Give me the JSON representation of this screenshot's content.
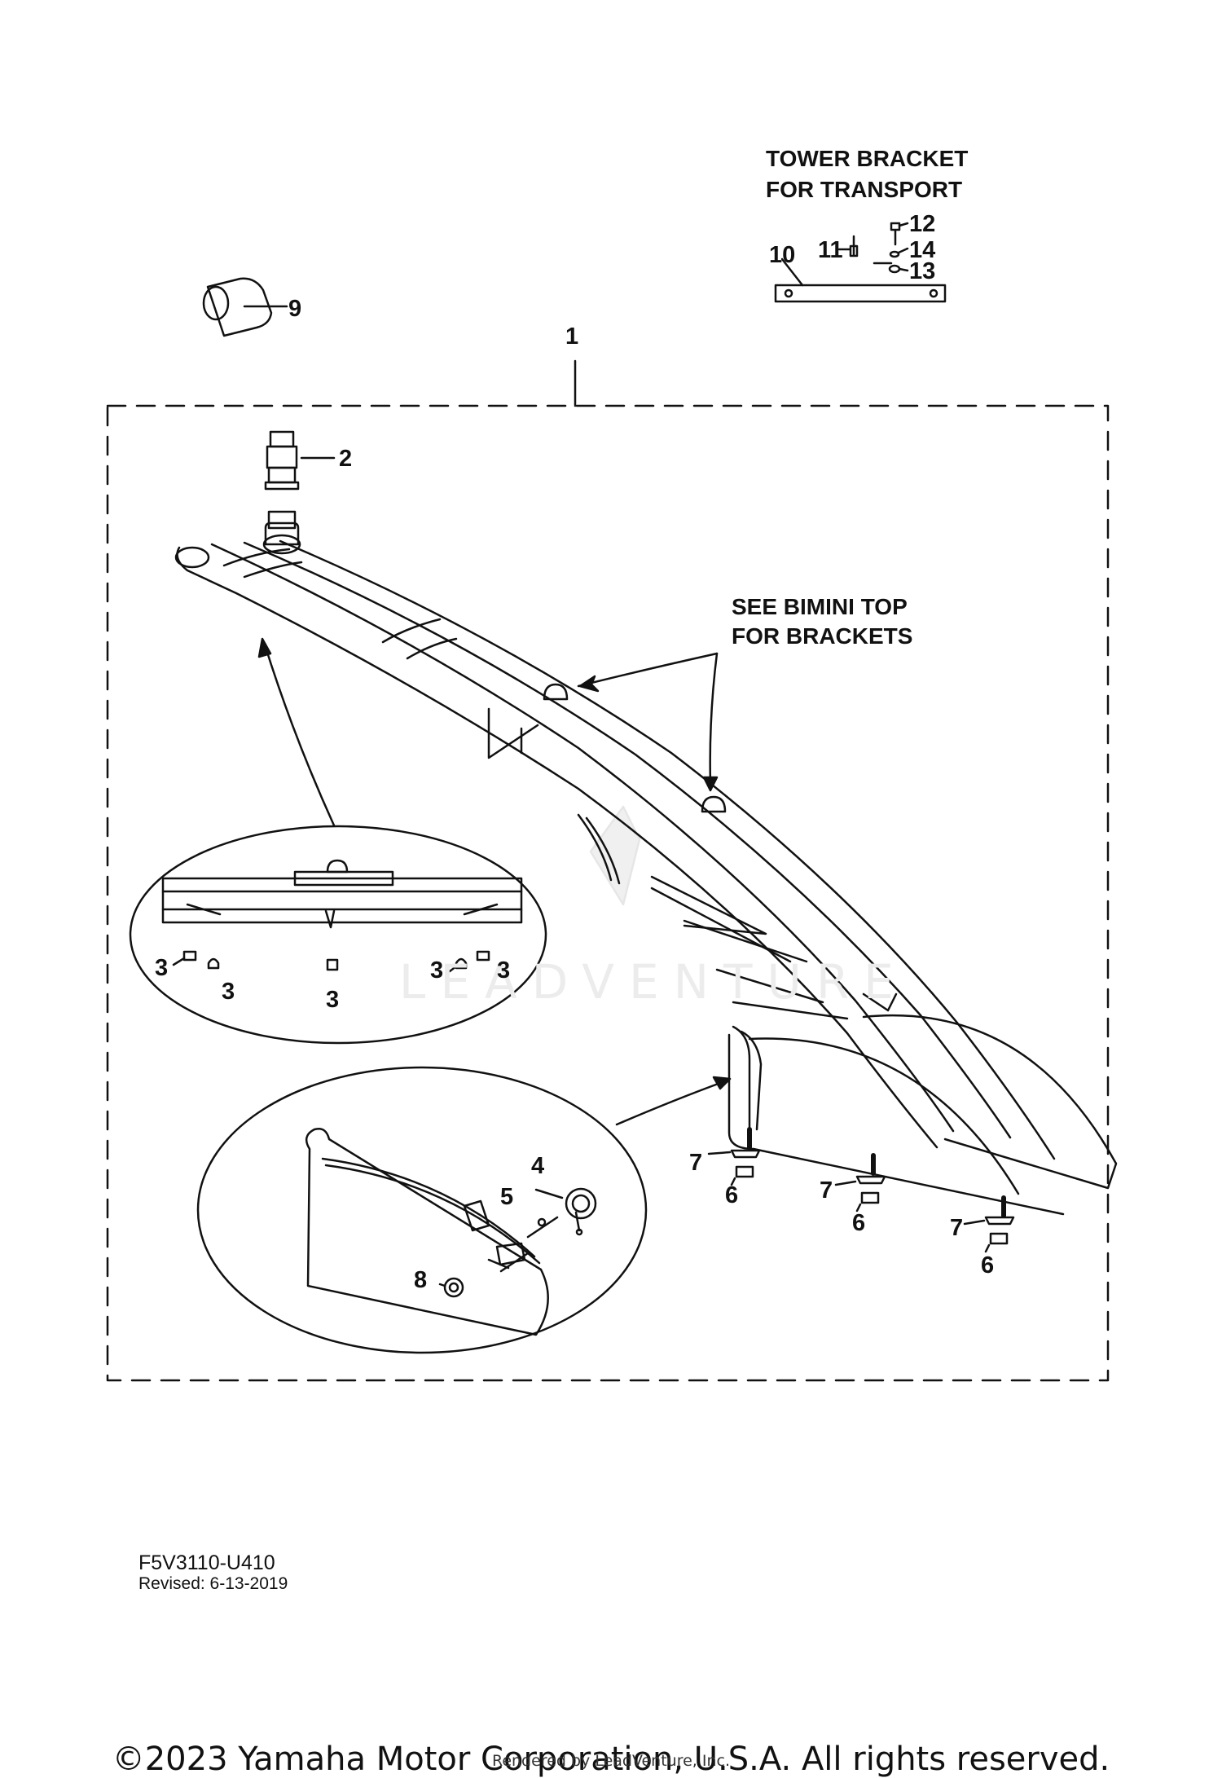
{
  "notes": {
    "tower_bracket_line1": "TOWER BRACKET",
    "tower_bracket_line2": "FOR TRANSPORT",
    "bimini_line1": "SEE BIMINI TOP",
    "bimini_line2": "FOR BRACKETS"
  },
  "callouts": {
    "c1": "1",
    "c2": "2",
    "c3": "3",
    "c4": "4",
    "c5": "5",
    "c6": "6",
    "c7": "7",
    "c8": "8",
    "c9": "9",
    "c10": "10",
    "c11": "11",
    "c12": "12",
    "c13": "13",
    "c14": "14"
  },
  "watermark": "LEADVENTURE",
  "footer": {
    "part_code": "F5V3110-U410",
    "revised": "Revised: 6-13-2019",
    "copyright": "©2023 Yamaha Motor Corporation, U.S.A. All rights reserved.",
    "rendered_by": "Rendered by LeadVenture, Inc."
  }
}
